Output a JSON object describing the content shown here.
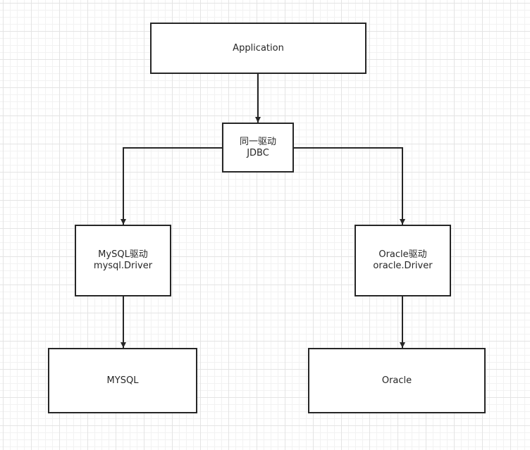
{
  "diagram": {
    "stroke_color": "#262626",
    "background_color": "#ffffff",
    "grid_color": "#e4e4e4",
    "nodes": {
      "application": {
        "line1": "Application"
      },
      "jdbc": {
        "line1": "同一驱动",
        "line2": "JDBC"
      },
      "mysql_driver": {
        "line1": "MySQL驱动",
        "line2": "mysql.Driver"
      },
      "oracle_driver": {
        "line1": "Oracle驱动",
        "line2": "oracle.Driver"
      },
      "mysql_db": {
        "line1": "MYSQL"
      },
      "oracle_db": {
        "line1": "Oracle"
      }
    },
    "edges": [
      {
        "from": "application",
        "to": "jdbc"
      },
      {
        "from": "jdbc",
        "to": "mysql_driver"
      },
      {
        "from": "jdbc",
        "to": "oracle_driver"
      },
      {
        "from": "mysql_driver",
        "to": "mysql_db"
      },
      {
        "from": "oracle_driver",
        "to": "oracle_db"
      }
    ]
  }
}
